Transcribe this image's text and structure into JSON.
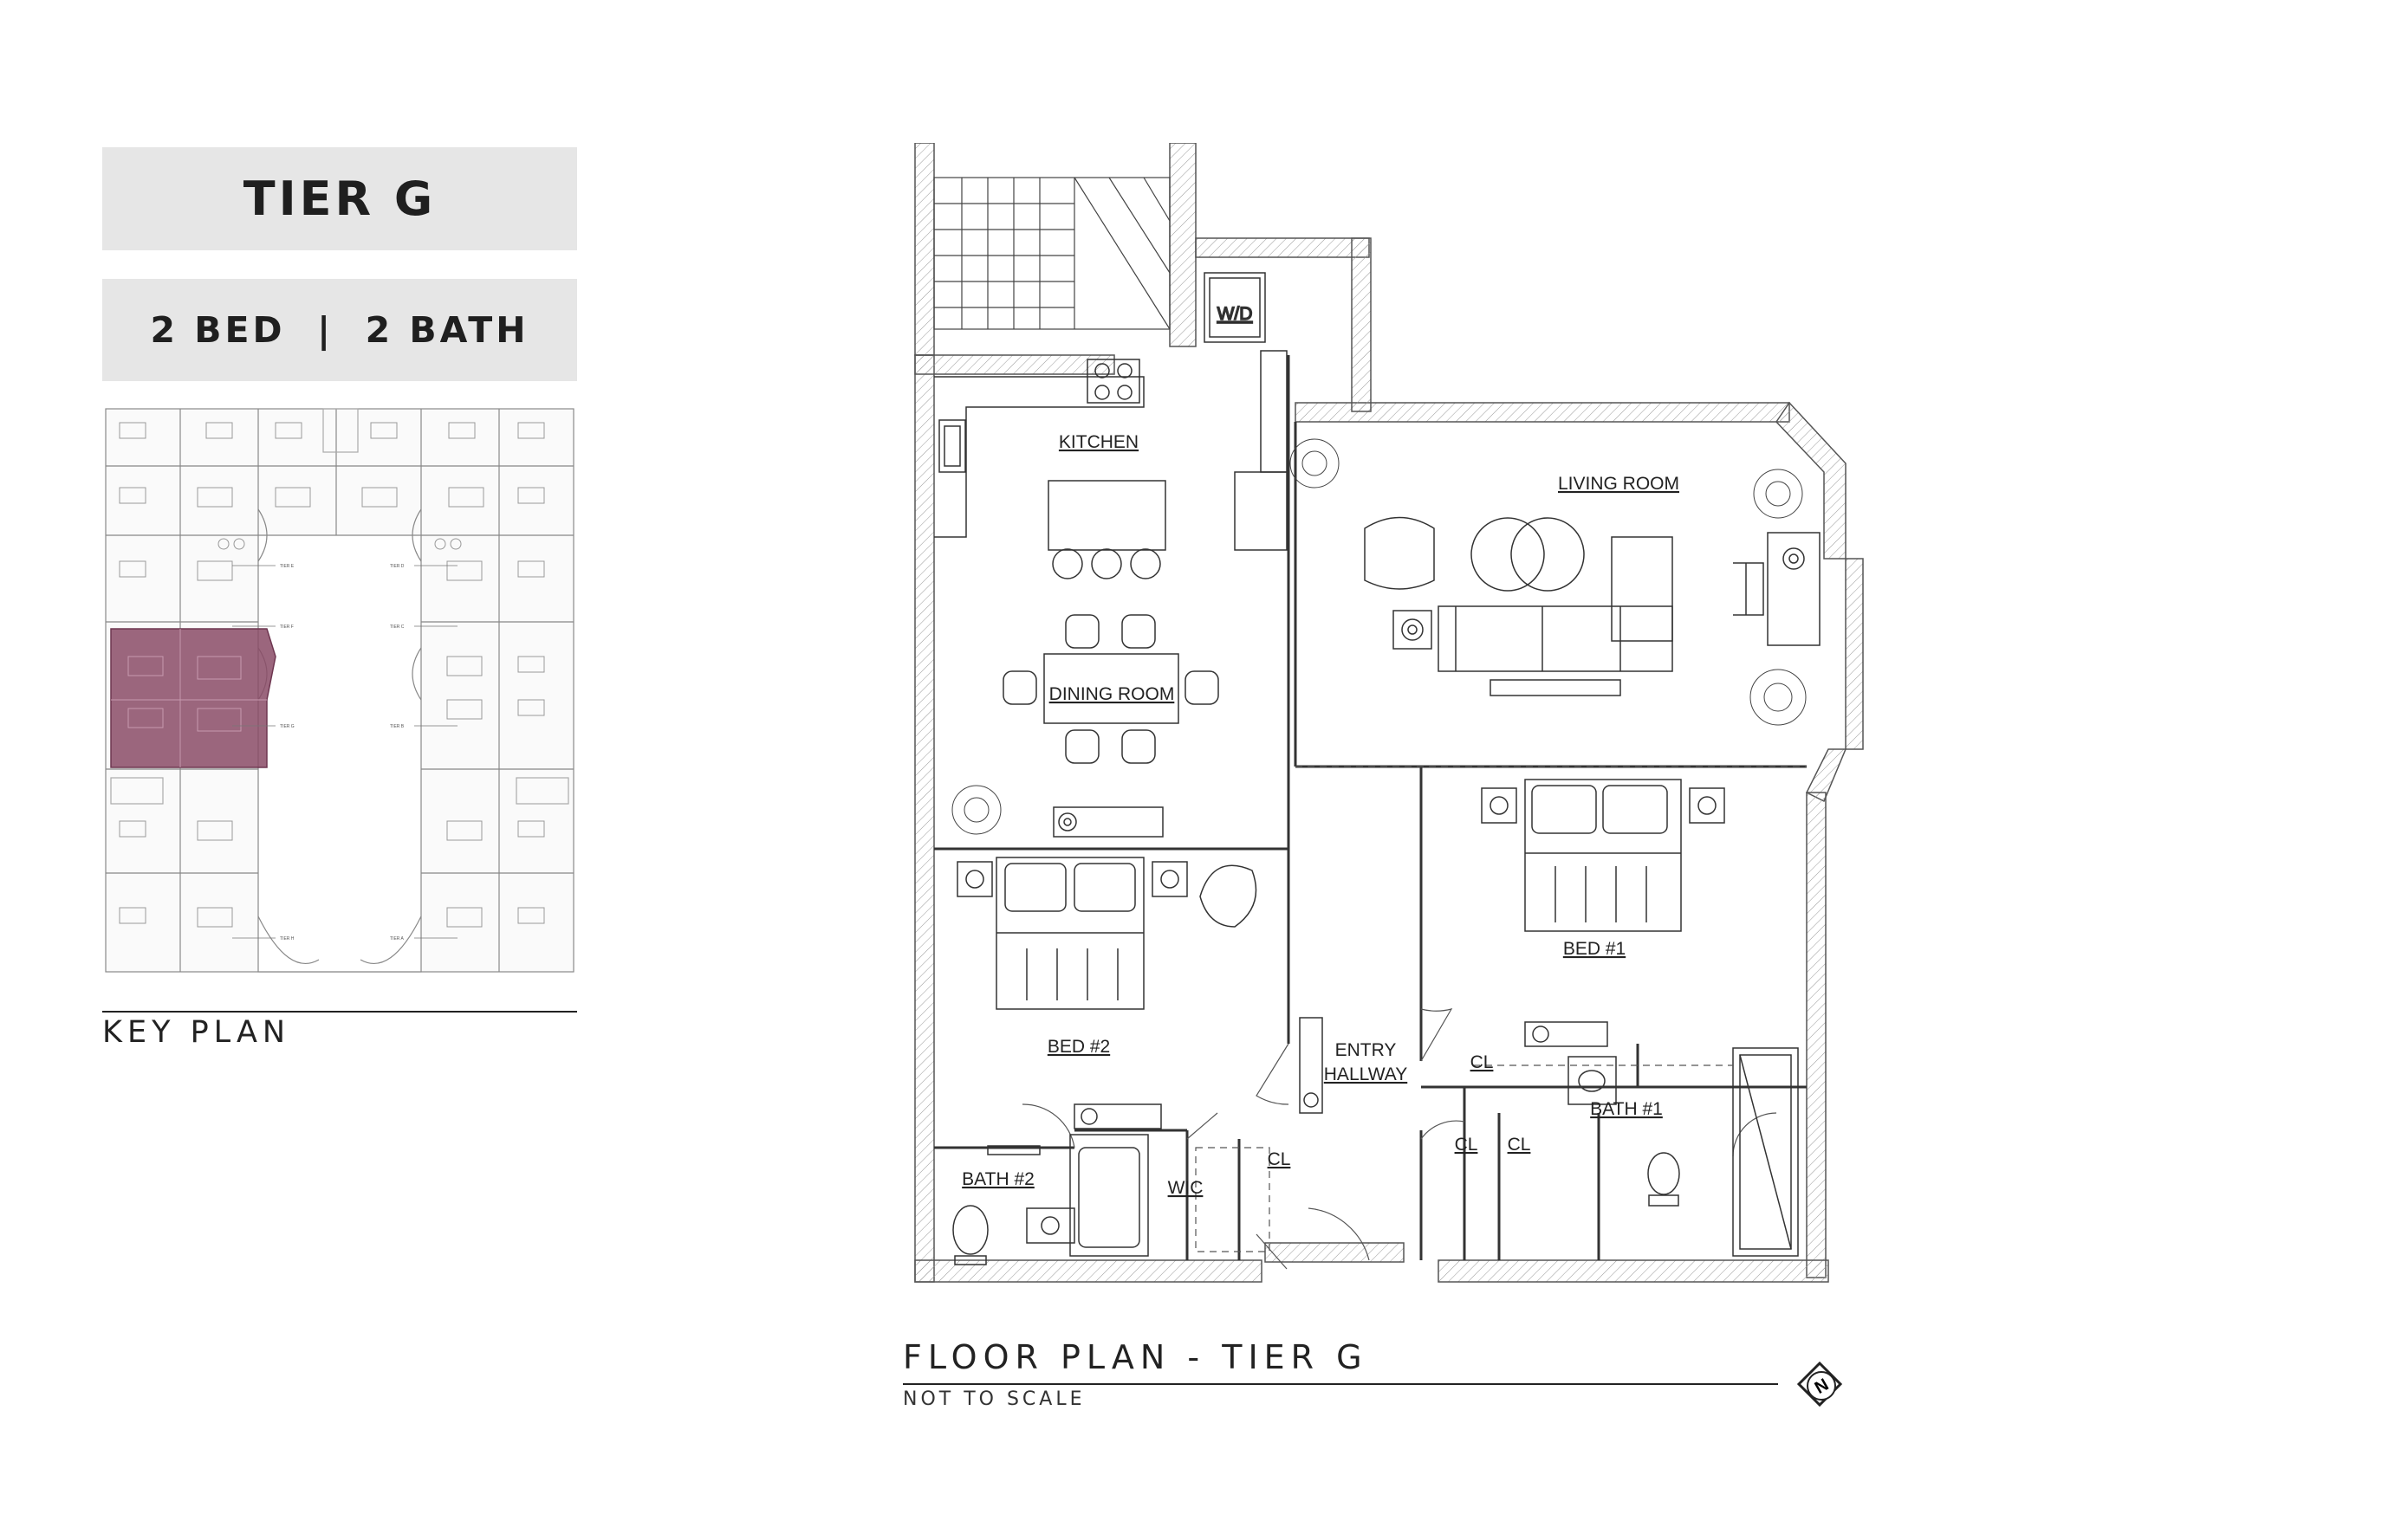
{
  "header": {
    "tier_title": "TIER G",
    "bed_bath": "2 BED  |  2 BATH"
  },
  "key_plan": {
    "label": "KEY PLAN",
    "highlight_color": "#8a4b66",
    "tier_tags": [
      "TIER E",
      "TIER D",
      "TIER F",
      "TIER C",
      "TIER G",
      "TIER B",
      "TIER H",
      "TIER A"
    ]
  },
  "floor_plan": {
    "title": "FLOOR PLAN - TIER G",
    "scale_note": "NOT TO SCALE",
    "rooms": {
      "kitchen": "KITCHEN",
      "living_room": "LIVING ROOM",
      "dining_room": "DINING ROOM",
      "bed1": "BED #1",
      "bed2": "BED #2",
      "entry": [
        "ENTRY",
        "HALLWAY"
      ],
      "bath1": "BATH #1",
      "bath2": "BATH #2",
      "wic": "WIC",
      "wd": "W/D",
      "closet": "CL"
    }
  },
  "north_arrow": {
    "letter": "N"
  }
}
